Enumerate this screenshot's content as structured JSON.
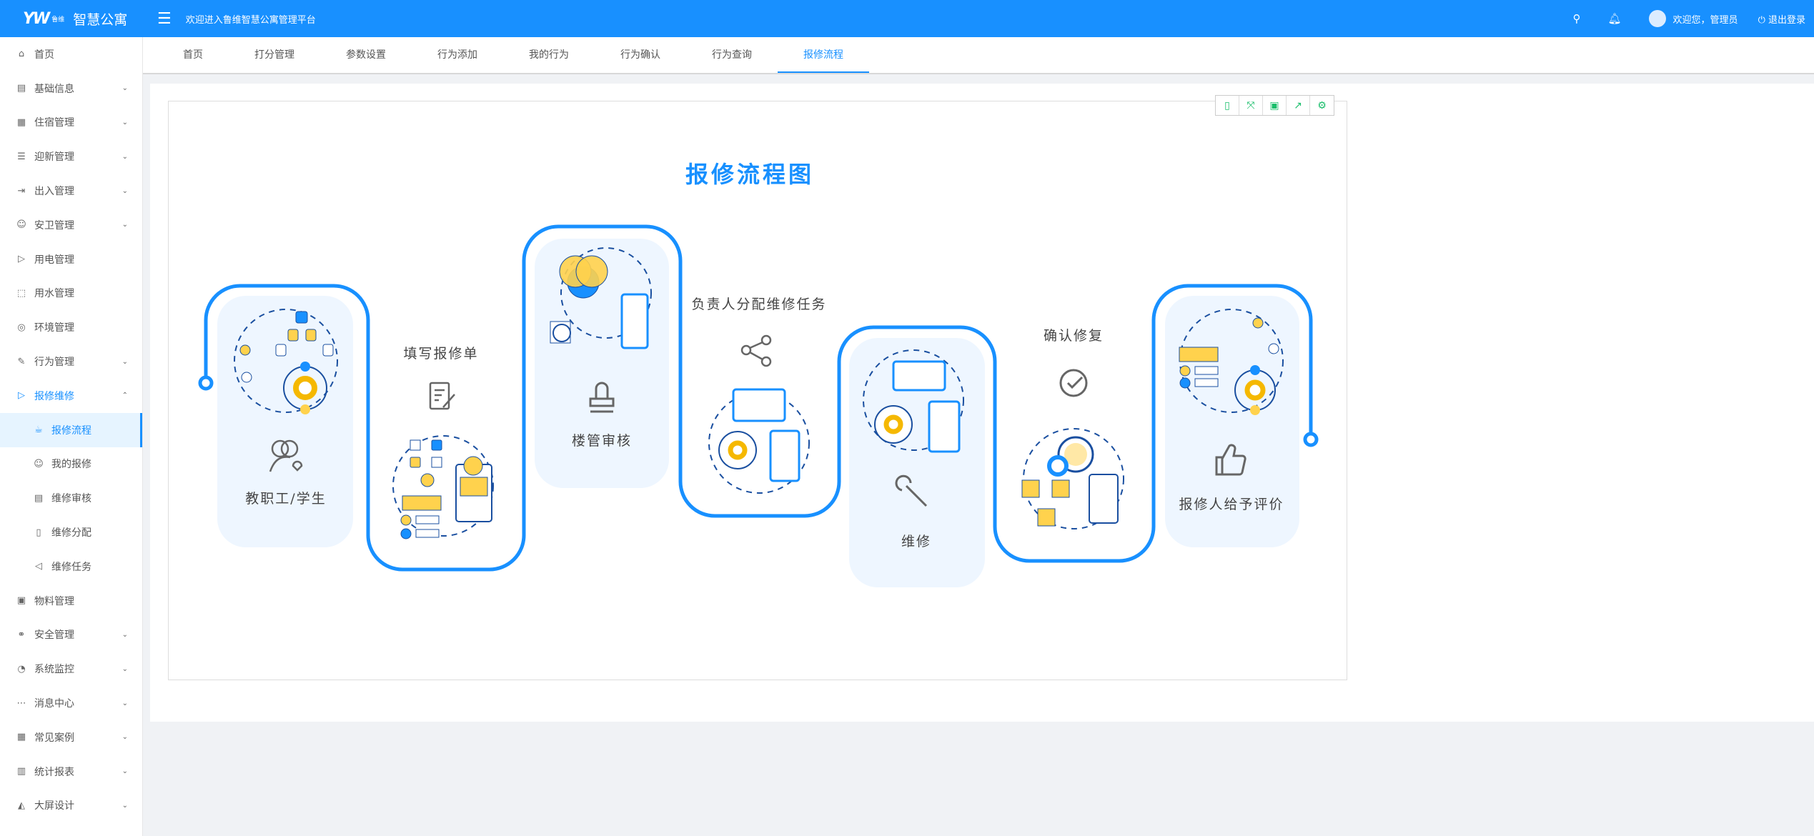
{
  "header": {
    "logo_mark": "YW",
    "logo_sub": "鲁维",
    "logo_title": "智慧公寓",
    "welcome": "欢迎进入鲁维智慧公寓管理平台",
    "greeting": "欢迎您，管理员",
    "logout": "退出登录"
  },
  "sidebar": {
    "items": [
      {
        "label": "首页",
        "icon": "⌂",
        "chev": ""
      },
      {
        "label": "基础信息",
        "icon": "▤",
        "chev": "⌄"
      },
      {
        "label": "住宿管理",
        "icon": "▦",
        "chev": "⌄"
      },
      {
        "label": "迎新管理",
        "icon": "☰",
        "chev": "⌄"
      },
      {
        "label": "出入管理",
        "icon": "⇥",
        "chev": "⌄"
      },
      {
        "label": "安卫管理",
        "icon": "☺",
        "chev": "⌄"
      },
      {
        "label": "用电管理",
        "icon": "▷",
        "chev": ""
      },
      {
        "label": "用水管理",
        "icon": "⬚",
        "chev": ""
      },
      {
        "label": "环境管理",
        "icon": "◎",
        "chev": ""
      },
      {
        "label": "行为管理",
        "icon": "✎",
        "chev": "⌄"
      },
      {
        "label": "报修维修",
        "icon": "▷",
        "chev": "⌃"
      },
      {
        "label": "报修流程",
        "icon": "☕",
        "chev": ""
      },
      {
        "label": "我的报修",
        "icon": "☺",
        "chev": ""
      },
      {
        "label": "维修审核",
        "icon": "▤",
        "chev": ""
      },
      {
        "label": "维修分配",
        "icon": "▯",
        "chev": ""
      },
      {
        "label": "维修任务",
        "icon": "◁",
        "chev": ""
      },
      {
        "label": "物料管理",
        "icon": "▣",
        "chev": ""
      },
      {
        "label": "安全管理",
        "icon": "⚭",
        "chev": "⌄"
      },
      {
        "label": "系统监控",
        "icon": "◔",
        "chev": "⌄"
      },
      {
        "label": "消息中心",
        "icon": "⋯",
        "chev": "⌄"
      },
      {
        "label": "常见案例",
        "icon": "▦",
        "chev": "⌄"
      },
      {
        "label": "统计报表",
        "icon": "▥",
        "chev": "⌄"
      },
      {
        "label": "大屏设计",
        "icon": "◭",
        "chev": "⌄"
      }
    ]
  },
  "tabs": [
    "首页",
    "打分管理",
    "参数设置",
    "行为添加",
    "我的行为",
    "行为确认",
    "行为查询",
    "报修流程"
  ],
  "toolbar": [
    "tablet-icon",
    "fullscreen-icon",
    "save-icon",
    "export-icon",
    "settings-icon"
  ],
  "diagram": {
    "title": "报修流程图",
    "steps": [
      "教职工/学生",
      "填写报修单",
      "楼管审核",
      "负责人分配维修任务",
      "维修",
      "确认修复",
      "报修人给予评价"
    ]
  },
  "colors": {
    "primary": "#1890ff",
    "yellow": "#ffd24d",
    "card": "#eef6ff",
    "toolbar": "#19be6b"
  }
}
